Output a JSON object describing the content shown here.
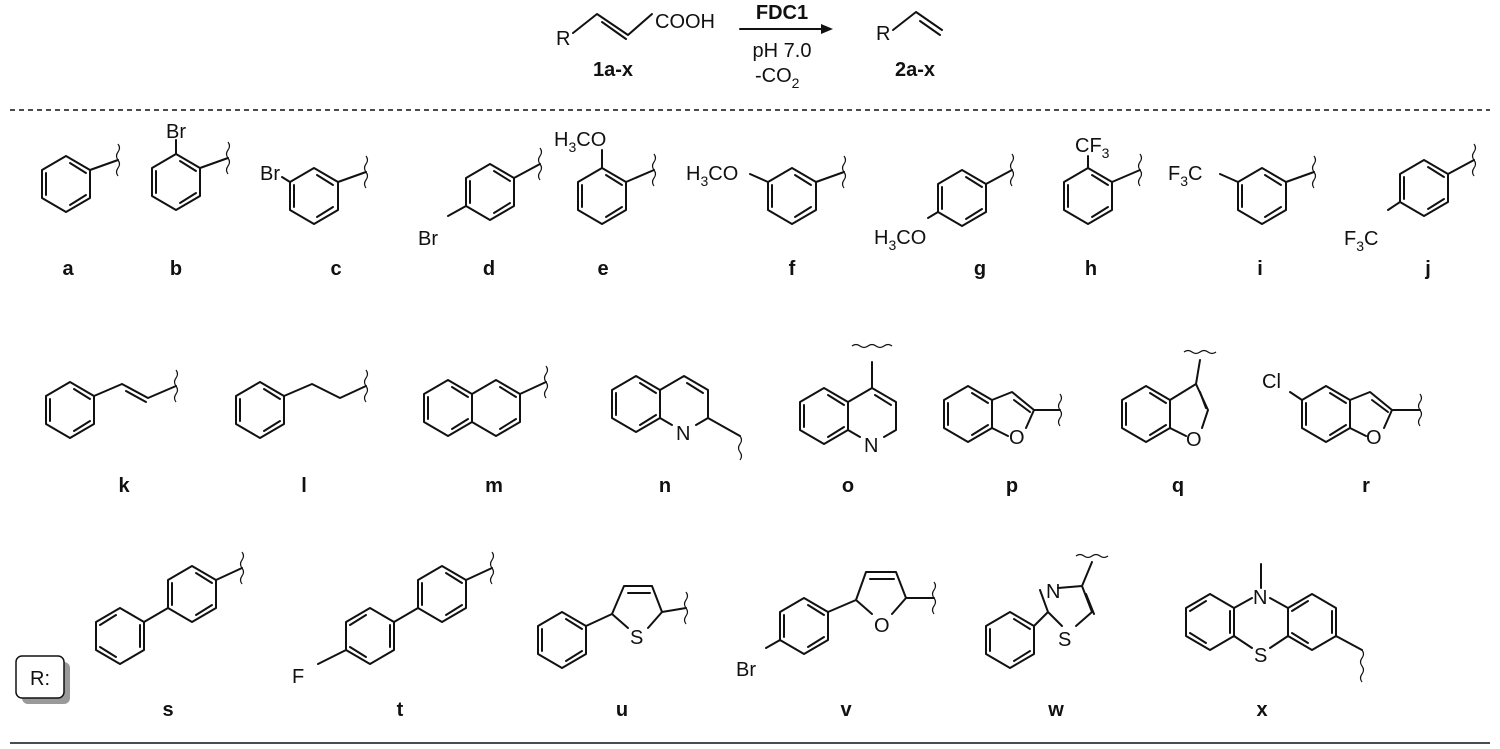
{
  "scheme": {
    "reactant_r": "R",
    "reactant_cooh": "COOH",
    "reactant_label": "1a-x",
    "enzyme": "FDC1",
    "condition_ph": "pH 7.0",
    "condition_co2_prefix": "-CO",
    "condition_co2_sub": "2",
    "product_r": "R",
    "product_label": "2a-x"
  },
  "r_legend": "R:",
  "substituents": [
    {
      "id": "a",
      "label": "a"
    },
    {
      "id": "b",
      "label": "b",
      "atoms": [
        "Br"
      ]
    },
    {
      "id": "c",
      "label": "c",
      "atoms": [
        "Br"
      ]
    },
    {
      "id": "d",
      "label": "d",
      "atoms": [
        "Br"
      ]
    },
    {
      "id": "e",
      "label": "e",
      "atoms": [
        "H",
        "3",
        "CO"
      ]
    },
    {
      "id": "f",
      "label": "f",
      "atoms": [
        "H",
        "3",
        "CO"
      ]
    },
    {
      "id": "g",
      "label": "g",
      "atoms": [
        "H",
        "3",
        "CO"
      ]
    },
    {
      "id": "h",
      "label": "h",
      "atoms": [
        "CF",
        "3"
      ]
    },
    {
      "id": "i",
      "label": "i",
      "atoms": [
        "F",
        "3",
        "C"
      ]
    },
    {
      "id": "j",
      "label": "j",
      "atoms": [
        "F",
        "3",
        "C"
      ]
    },
    {
      "id": "k",
      "label": "k"
    },
    {
      "id": "l",
      "label": "l"
    },
    {
      "id": "m",
      "label": "m"
    },
    {
      "id": "n",
      "label": "n",
      "atoms": [
        "N"
      ]
    },
    {
      "id": "o",
      "label": "o",
      "atoms": [
        "N"
      ]
    },
    {
      "id": "p",
      "label": "p",
      "atoms": [
        "O"
      ]
    },
    {
      "id": "q",
      "label": "q",
      "atoms": [
        "O"
      ]
    },
    {
      "id": "r",
      "label": "r",
      "atoms": [
        "Cl",
        "O"
      ]
    },
    {
      "id": "s",
      "label": "s"
    },
    {
      "id": "t",
      "label": "t",
      "atoms": [
        "F"
      ]
    },
    {
      "id": "u",
      "label": "u",
      "atoms": [
        "S"
      ]
    },
    {
      "id": "v",
      "label": "v",
      "atoms": [
        "Br",
        "O"
      ]
    },
    {
      "id": "w",
      "label": "w",
      "atoms": [
        "N",
        "S"
      ]
    },
    {
      "id": "x",
      "label": "x",
      "atoms": [
        "N",
        "S"
      ]
    }
  ]
}
